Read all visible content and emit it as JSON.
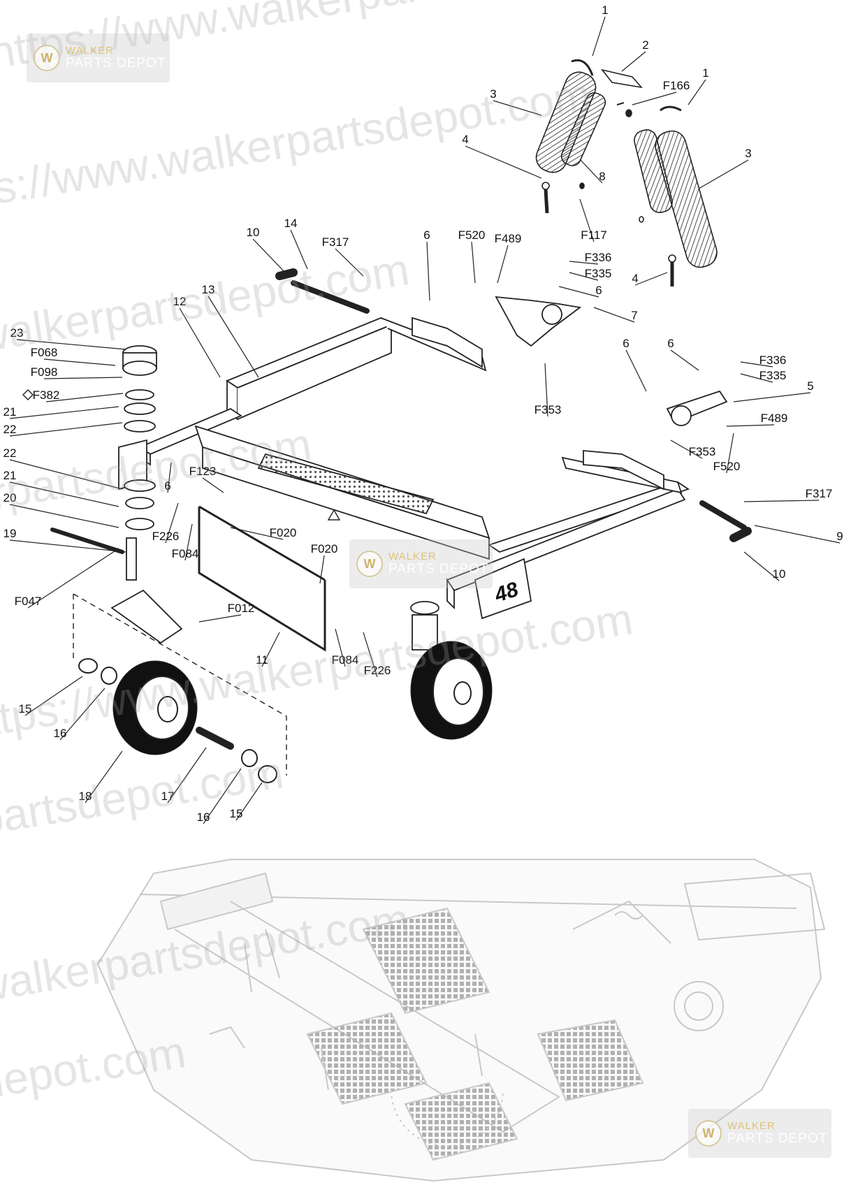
{
  "watermark": {
    "url_text": "https://www.walkerpartsdepot.com",
    "logo_brand": "WALKER",
    "logo_sub": "PARTS DEPOT"
  },
  "deck_size_label": "48",
  "callouts": [
    "1",
    "2",
    "F166",
    "1",
    "3",
    "3",
    "4",
    "8",
    "F117",
    "4",
    "10",
    "14",
    "F317",
    "6",
    "F520",
    "F489",
    "F336",
    "F335",
    "6",
    "7",
    "23",
    "F068",
    "F098",
    "F382",
    "21",
    "22",
    "12",
    "13",
    "6",
    "F336",
    "F335",
    "5",
    "F353",
    "6",
    "F489",
    "F353",
    "F520",
    "F123",
    "22",
    "21",
    "20",
    "19",
    "6",
    "F226",
    "F084",
    "F020",
    "F020",
    "F317",
    "9",
    "10",
    "F047",
    "F012",
    "11",
    "F084",
    "F226",
    "15",
    "16",
    "18",
    "17",
    "16",
    "15"
  ],
  "icons": {
    "diamond_note": "diamond-outline-icon",
    "warning_decal": "warning-triangle-icon"
  }
}
